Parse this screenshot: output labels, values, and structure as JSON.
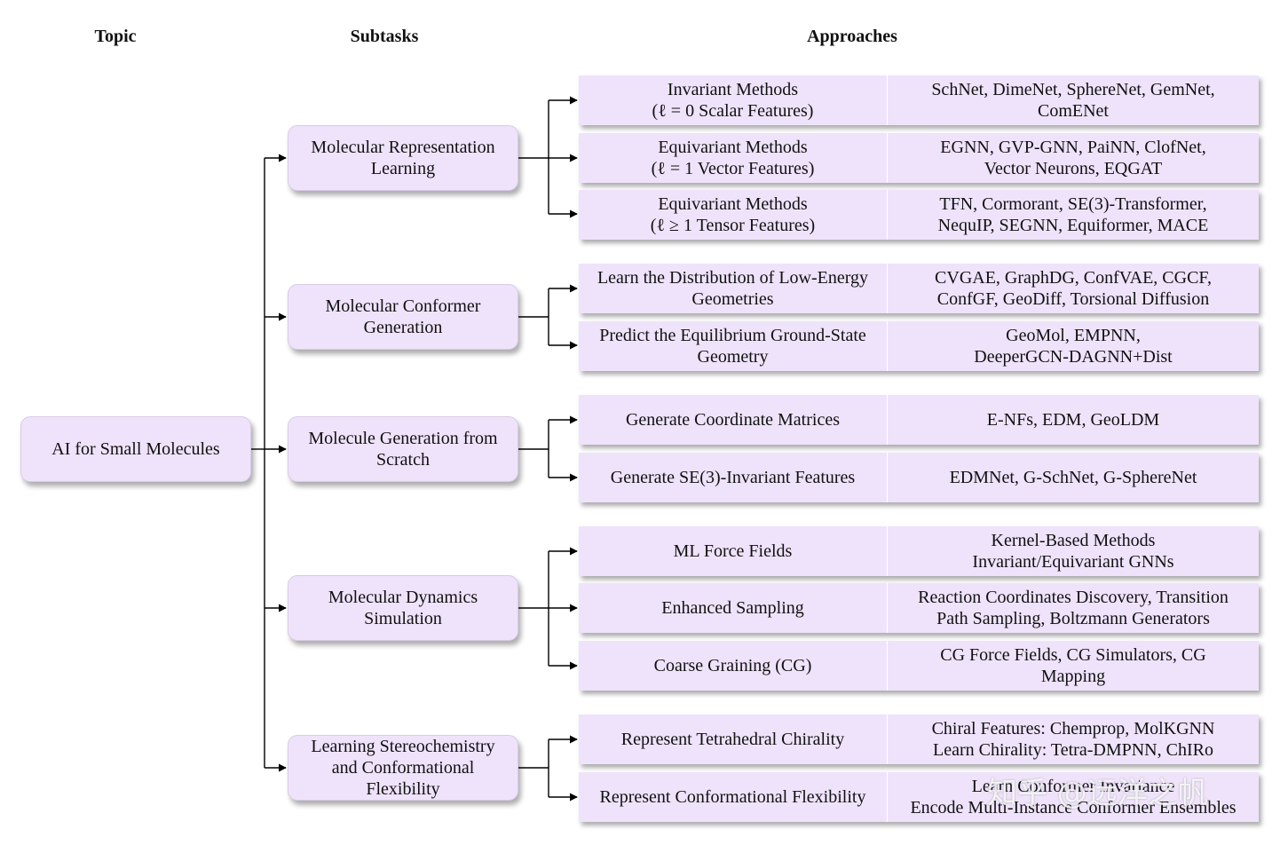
{
  "headers": {
    "topic": "Topic",
    "subtasks": "Subtasks",
    "approaches": "Approaches"
  },
  "topic": {
    "label": "AI for Small Molecules"
  },
  "subtasks": [
    {
      "label": "Molecular Representation\nLearning"
    },
    {
      "label": "Molecular Conformer\nGeneration"
    },
    {
      "label": "Molecule Generation from\nScratch"
    },
    {
      "label": "Molecular Dynamics\nSimulation"
    },
    {
      "label": "Learning Stereochemistry\nand Conformational\nFlexibility"
    }
  ],
  "approaches": [
    {
      "name": "Invariant Methods\n(ℓ = 0 Scalar Features)",
      "methods": "SchNet, DimeNet, SphereNet, GemNet,\nComENet"
    },
    {
      "name": "Equivariant Methods\n(ℓ = 1 Vector Features)",
      "methods": "EGNN, GVP-GNN, PaiNN, ClofNet,\nVector Neurons, EQGAT"
    },
    {
      "name": "Equivariant Methods\n(ℓ ≥ 1 Tensor Features)",
      "methods": "TFN, Cormorant, SE(3)-Transformer,\nNequIP, SEGNN, Equiformer, MACE"
    },
    {
      "name": "Learn the Distribution of Low-Energy\nGeometries",
      "methods": "CVGAE, GraphDG, ConfVAE, CGCF,\nConfGF, GeoDiff, Torsional Diffusion"
    },
    {
      "name": "Predict the Equilibrium Ground-State\nGeometry",
      "methods": "GeoMol, EMPNN,\nDeeperGCN-DAGNN+Dist"
    },
    {
      "name": "Generate Coordinate Matrices",
      "methods": "E-NFs, EDM, GeoLDM"
    },
    {
      "name": "Generate SE(3)-Invariant Features",
      "methods": "EDMNet, G-SchNet, G-SphereNet"
    },
    {
      "name": "ML Force Fields",
      "methods": "Kernel-Based Methods\nInvariant/Equivariant GNNs"
    },
    {
      "name": "Enhanced Sampling",
      "methods": "Reaction Coordinates Discovery, Transition\nPath Sampling, Boltzmann Generators"
    },
    {
      "name": "Coarse Graining (CG)",
      "methods": "CG Force Fields, CG Simulators, CG\nMapping"
    },
    {
      "name": "Represent Tetrahedral Chirality",
      "methods": "Chiral Features: Chemprop, MolKGNN\nLearn Chirality: Tetra-DMPNN, ChIRo"
    },
    {
      "name": "Represent Conformational Flexibility",
      "methods": "Learn Conformer Invariance\nEncode Multi-Instance Conformer Ensembles"
    }
  ],
  "watermark": "知乎 @远洋之帆",
  "colors": {
    "box_fill": "#efe3fb",
    "line": "#000000"
  }
}
